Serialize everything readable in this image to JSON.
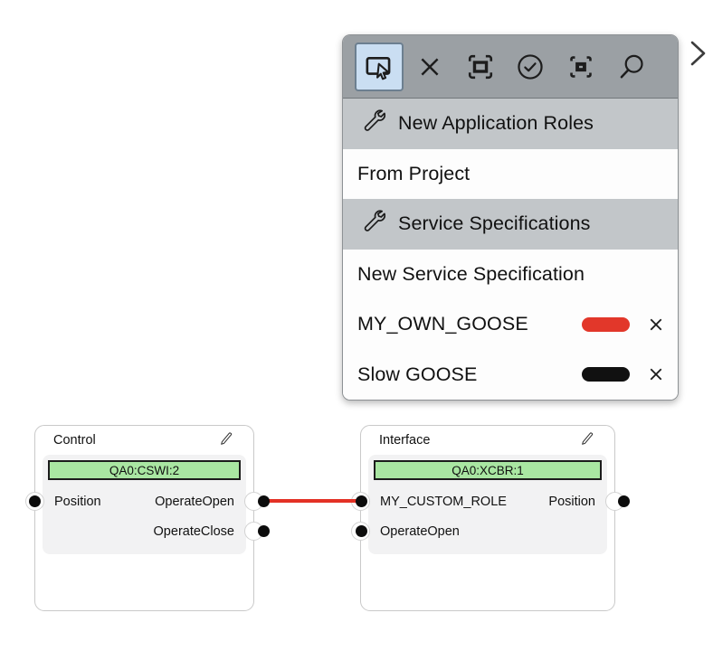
{
  "colors": {
    "toolbar_bg": "#9ba0a4",
    "section_header_bg": "#c2c6c9",
    "selected_tool_bg": "#cadef2",
    "lnode_green": "#a9e6a2",
    "wire_red": "#e33125",
    "goose_red": "#e2372a",
    "goose_black": "#111111"
  },
  "palette": {
    "toolbar": {
      "tools": [
        {
          "name": "marquee-select",
          "icon": "marquee-select-icon",
          "selected": true
        },
        {
          "name": "delete",
          "icon": "close-icon",
          "selected": false
        },
        {
          "name": "fit-to-screen",
          "icon": "fit-frame-icon",
          "selected": false
        },
        {
          "name": "validate",
          "icon": "check-circle-icon",
          "selected": false
        },
        {
          "name": "center-focus",
          "icon": "center-focus-icon",
          "selected": false
        },
        {
          "name": "zoom",
          "icon": "magnifier-icon",
          "selected": false
        }
      ]
    },
    "menu": {
      "items": [
        {
          "type": "header",
          "icon": "wrench-icon",
          "label": "New Application Roles"
        },
        {
          "type": "item",
          "label": "From Project"
        },
        {
          "type": "header",
          "icon": "wrench-icon",
          "label": "Service Specifications"
        },
        {
          "type": "item",
          "label": "New Service Specification"
        },
        {
          "type": "service",
          "label": "MY_OWN_GOOSE",
          "color": "#e2372a",
          "remove_icon": "close-icon"
        },
        {
          "type": "service",
          "label": "Slow GOOSE",
          "color": "#111111",
          "remove_icon": "close-icon"
        }
      ]
    }
  },
  "expand_chevron": {
    "icon": "chevron-right-icon"
  },
  "canvas": {
    "nodes": [
      {
        "title": "Control",
        "edit_icon": "pencil-icon",
        "lnode": "QA0:CSWI:2",
        "rows": [
          {
            "left": "Position",
            "right": "OperateOpen"
          },
          {
            "left": "",
            "right": "OperateClose"
          }
        ]
      },
      {
        "title": "Interface",
        "edit_icon": "pencil-icon",
        "lnode": "QA0:XCBR:1",
        "rows": [
          {
            "left": "MY_CUSTOM_ROLE",
            "right": "Position"
          },
          {
            "left": "OperateOpen",
            "right": ""
          }
        ]
      }
    ],
    "connection": {
      "from": "Control.OperateOpen",
      "to": "Interface.MY_CUSTOM_ROLE",
      "color": "#e33125"
    }
  }
}
